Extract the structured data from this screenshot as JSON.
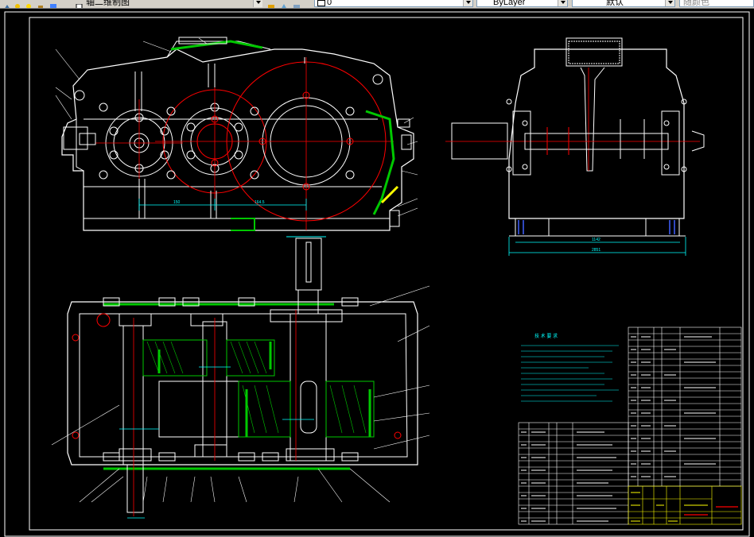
{
  "toolbar": {
    "workspace_label": "轴二维制图",
    "layer_combo_value": "0",
    "linetype_value": "ByLayer",
    "lineweight_value": "默认",
    "style_value": "随颜色"
  },
  "drawing": {
    "tech_req_title": "技 术 要 求",
    "dims": {
      "front_span_a": "150",
      "front_span_b": "164.5",
      "side_inner": "1142",
      "side_outer": "2851"
    },
    "colors": {
      "background": "#000000",
      "outline": "#ffffff",
      "centerline": "#ff0000",
      "dimension": "#00ffff",
      "hatch": "#00c800",
      "titleblock": "#ffff00",
      "annotation": "#ff00ff"
    }
  }
}
